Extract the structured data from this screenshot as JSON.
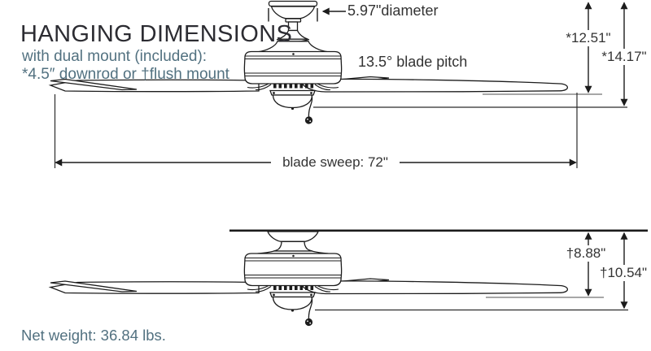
{
  "header": {
    "title": "HANGING DIMENSIONS",
    "subtitle_line1": "with dual mount (included):",
    "subtitle_line2": "*4.5″ downrod or †flush mount"
  },
  "downrod_diagram": {
    "canopy_diameter": "5.97\"diameter",
    "blade_pitch": "13.5° blade pitch",
    "ceiling_to_blades": "*12.51\"",
    "ceiling_to_bottom": "*14.17\"",
    "blade_sweep": "blade sweep: 72\""
  },
  "flush_diagram": {
    "ceiling_to_blades": "†8.88\"",
    "ceiling_to_bottom": "†10.54\""
  },
  "footer": {
    "net_weight": "Net weight: 36.84 lbs."
  },
  "colors": {
    "ink": "#1c1c1c",
    "dimension_text": "#333333",
    "accent_teal": "#527180",
    "reference_gray": "#8a8a8a"
  }
}
